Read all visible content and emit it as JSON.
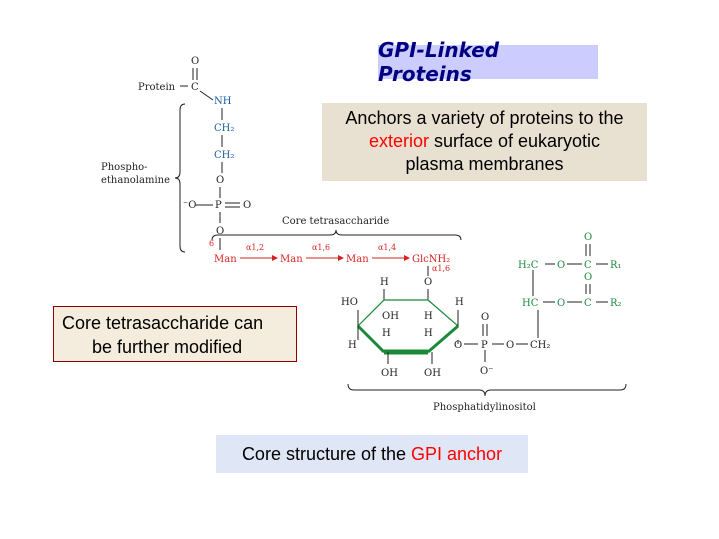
{
  "title": "GPI-Linked Proteins",
  "anchor_text": {
    "line1": "Anchors a variety of proteins to the",
    "line2_highlight": "exterior",
    "line2_rest": " surface of eukaryotic",
    "line3": "plasma membranes"
  },
  "core_note": {
    "line1": "Core tetrasaccharide can",
    "line2": "be further modified"
  },
  "caption": {
    "prefix": "Core structure of the ",
    "highlight": "GPI anchor"
  },
  "structure": {
    "protein": "Protein",
    "carbonyl_O": "O",
    "carbonyl_C": "C",
    "NH": "NH",
    "CH2_a": "CH₂",
    "CH2_b": "CH₂",
    "O_link": "O",
    "phospho_label_1": "Phospho-",
    "phospho_label_2": "ethanolamine",
    "O_minus": "⁻O",
    "P": "P",
    "P_O": "O",
    "O_bottom": "O",
    "six": "6",
    "core_tetra": "Core tetrasaccharide",
    "man1": "Man",
    "man2": "Man",
    "man3": "Man",
    "glcnh2": "GlcNH₂",
    "link1": "α1,2",
    "link2": "α1,6",
    "link3": "α1,4",
    "link4": "α1,6",
    "ring_HO": "HO",
    "ring_H_top": "H",
    "ring_O": "O",
    "ring_H_right": "H",
    "ring_OH_top": "OH",
    "ring_H_mid": "H",
    "ring_H_l": "H",
    "ring_H_r": "H",
    "ring_H_left": "H",
    "ring_OH_bl": "OH",
    "ring_OH_br": "OH",
    "p2_O_top": "O",
    "p2_O_left": "O",
    "p2_P": "P",
    "p2_O_right": "O",
    "p2_O_minus": "O⁻",
    "p2_CH2": "CH₂",
    "gly_H2C": "H₂C",
    "gly_O1": "O",
    "gly_C1": "C",
    "gly_R1": "R₁",
    "gly_O1_top": "O",
    "gly_HC": "HC",
    "gly_O2": "O",
    "gly_C2": "C",
    "gly_R2": "R₂",
    "gly_O2_top": "O",
    "phosphatidylinositol": "Phosphatidylinositol"
  }
}
